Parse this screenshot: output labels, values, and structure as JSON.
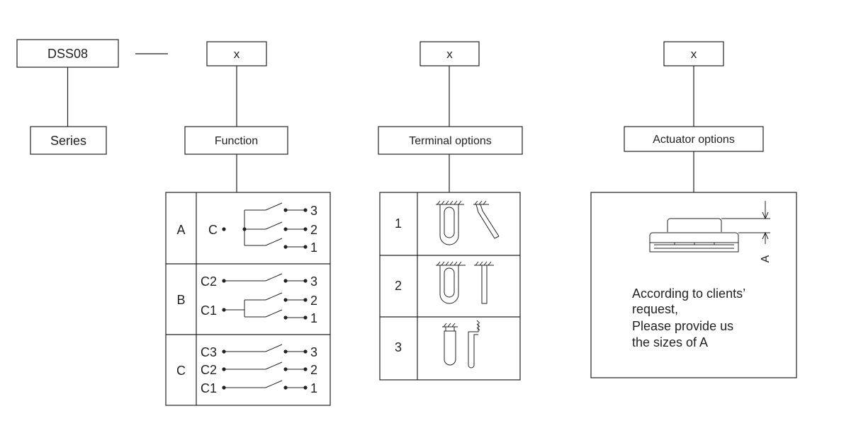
{
  "series_code": "DSS08",
  "series_label": "Series",
  "placeholders": [
    "x",
    "x",
    "x"
  ],
  "function": {
    "label": "Function",
    "rows": [
      {
        "code": "A",
        "common": [
          "C"
        ],
        "contacts": [
          "3",
          "2",
          "1"
        ]
      },
      {
        "code": "B",
        "common": [
          "C2",
          "C1"
        ],
        "contacts": [
          "3",
          "2",
          "1"
        ]
      },
      {
        "code": "C",
        "common": [
          "C3",
          "C2",
          "C1"
        ],
        "contacts": [
          "3",
          "2",
          "1"
        ]
      }
    ]
  },
  "terminal": {
    "label": "Terminal options",
    "rows": [
      "1",
      "2",
      "3"
    ]
  },
  "actuator": {
    "label": "Actuator options",
    "dimension_label": "A",
    "note": [
      "According to clients’",
      "request,",
      "Please provide us",
      "the sizes of A"
    ]
  }
}
